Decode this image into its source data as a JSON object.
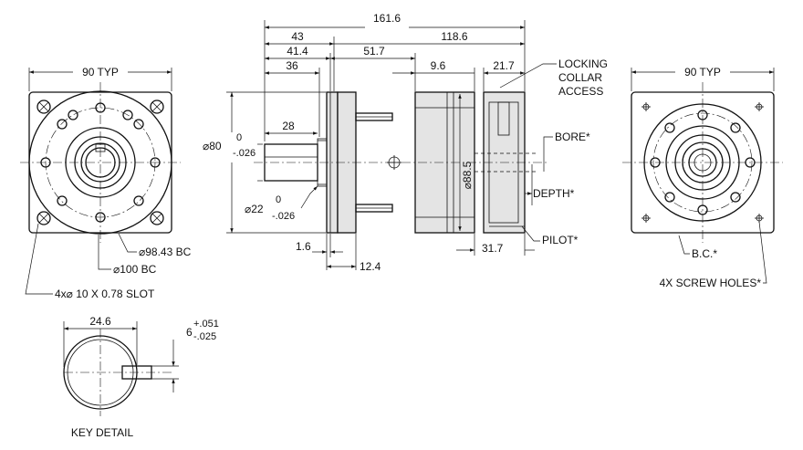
{
  "left_view": {
    "typ": "90 TYP",
    "bc_inner": "⌀98.43 BC",
    "bc_outer": "⌀100 BC",
    "slot": "4x⌀ 10 X 0.78 SLOT"
  },
  "side_view": {
    "overall": "161.6",
    "d43": "43",
    "d118": "118.6",
    "d41": "41.4",
    "d51": "51.7",
    "d36": "36",
    "d9": "9.6",
    "d21": "21.7",
    "d28": "28",
    "pilot_dia": "⌀80",
    "pilot_tol_upper": "0",
    "pilot_tol_lower": "-.026",
    "body_dia": "⌀88.5",
    "shaft_dia": "⌀22",
    "shaft_tol_upper": "0",
    "shaft_tol_lower": "-.026",
    "d1_6": "1.6",
    "d12": "12.4",
    "d31": "31.7",
    "locking_1": "LOCKING",
    "locking_2": "COLLAR",
    "locking_3": "ACCESS",
    "bore": "BORE*",
    "depth": "DEPTH*",
    "pilot": "PILOT*"
  },
  "right_view": {
    "typ": "90 TYP",
    "bc": "B.C.*",
    "screw": "4X SCREW HOLES*"
  },
  "key_detail": {
    "width": "24.6",
    "key_nominal": "6",
    "key_upper": "+.051",
    "key_lower": "-.025",
    "label": "KEY DETAIL"
  }
}
